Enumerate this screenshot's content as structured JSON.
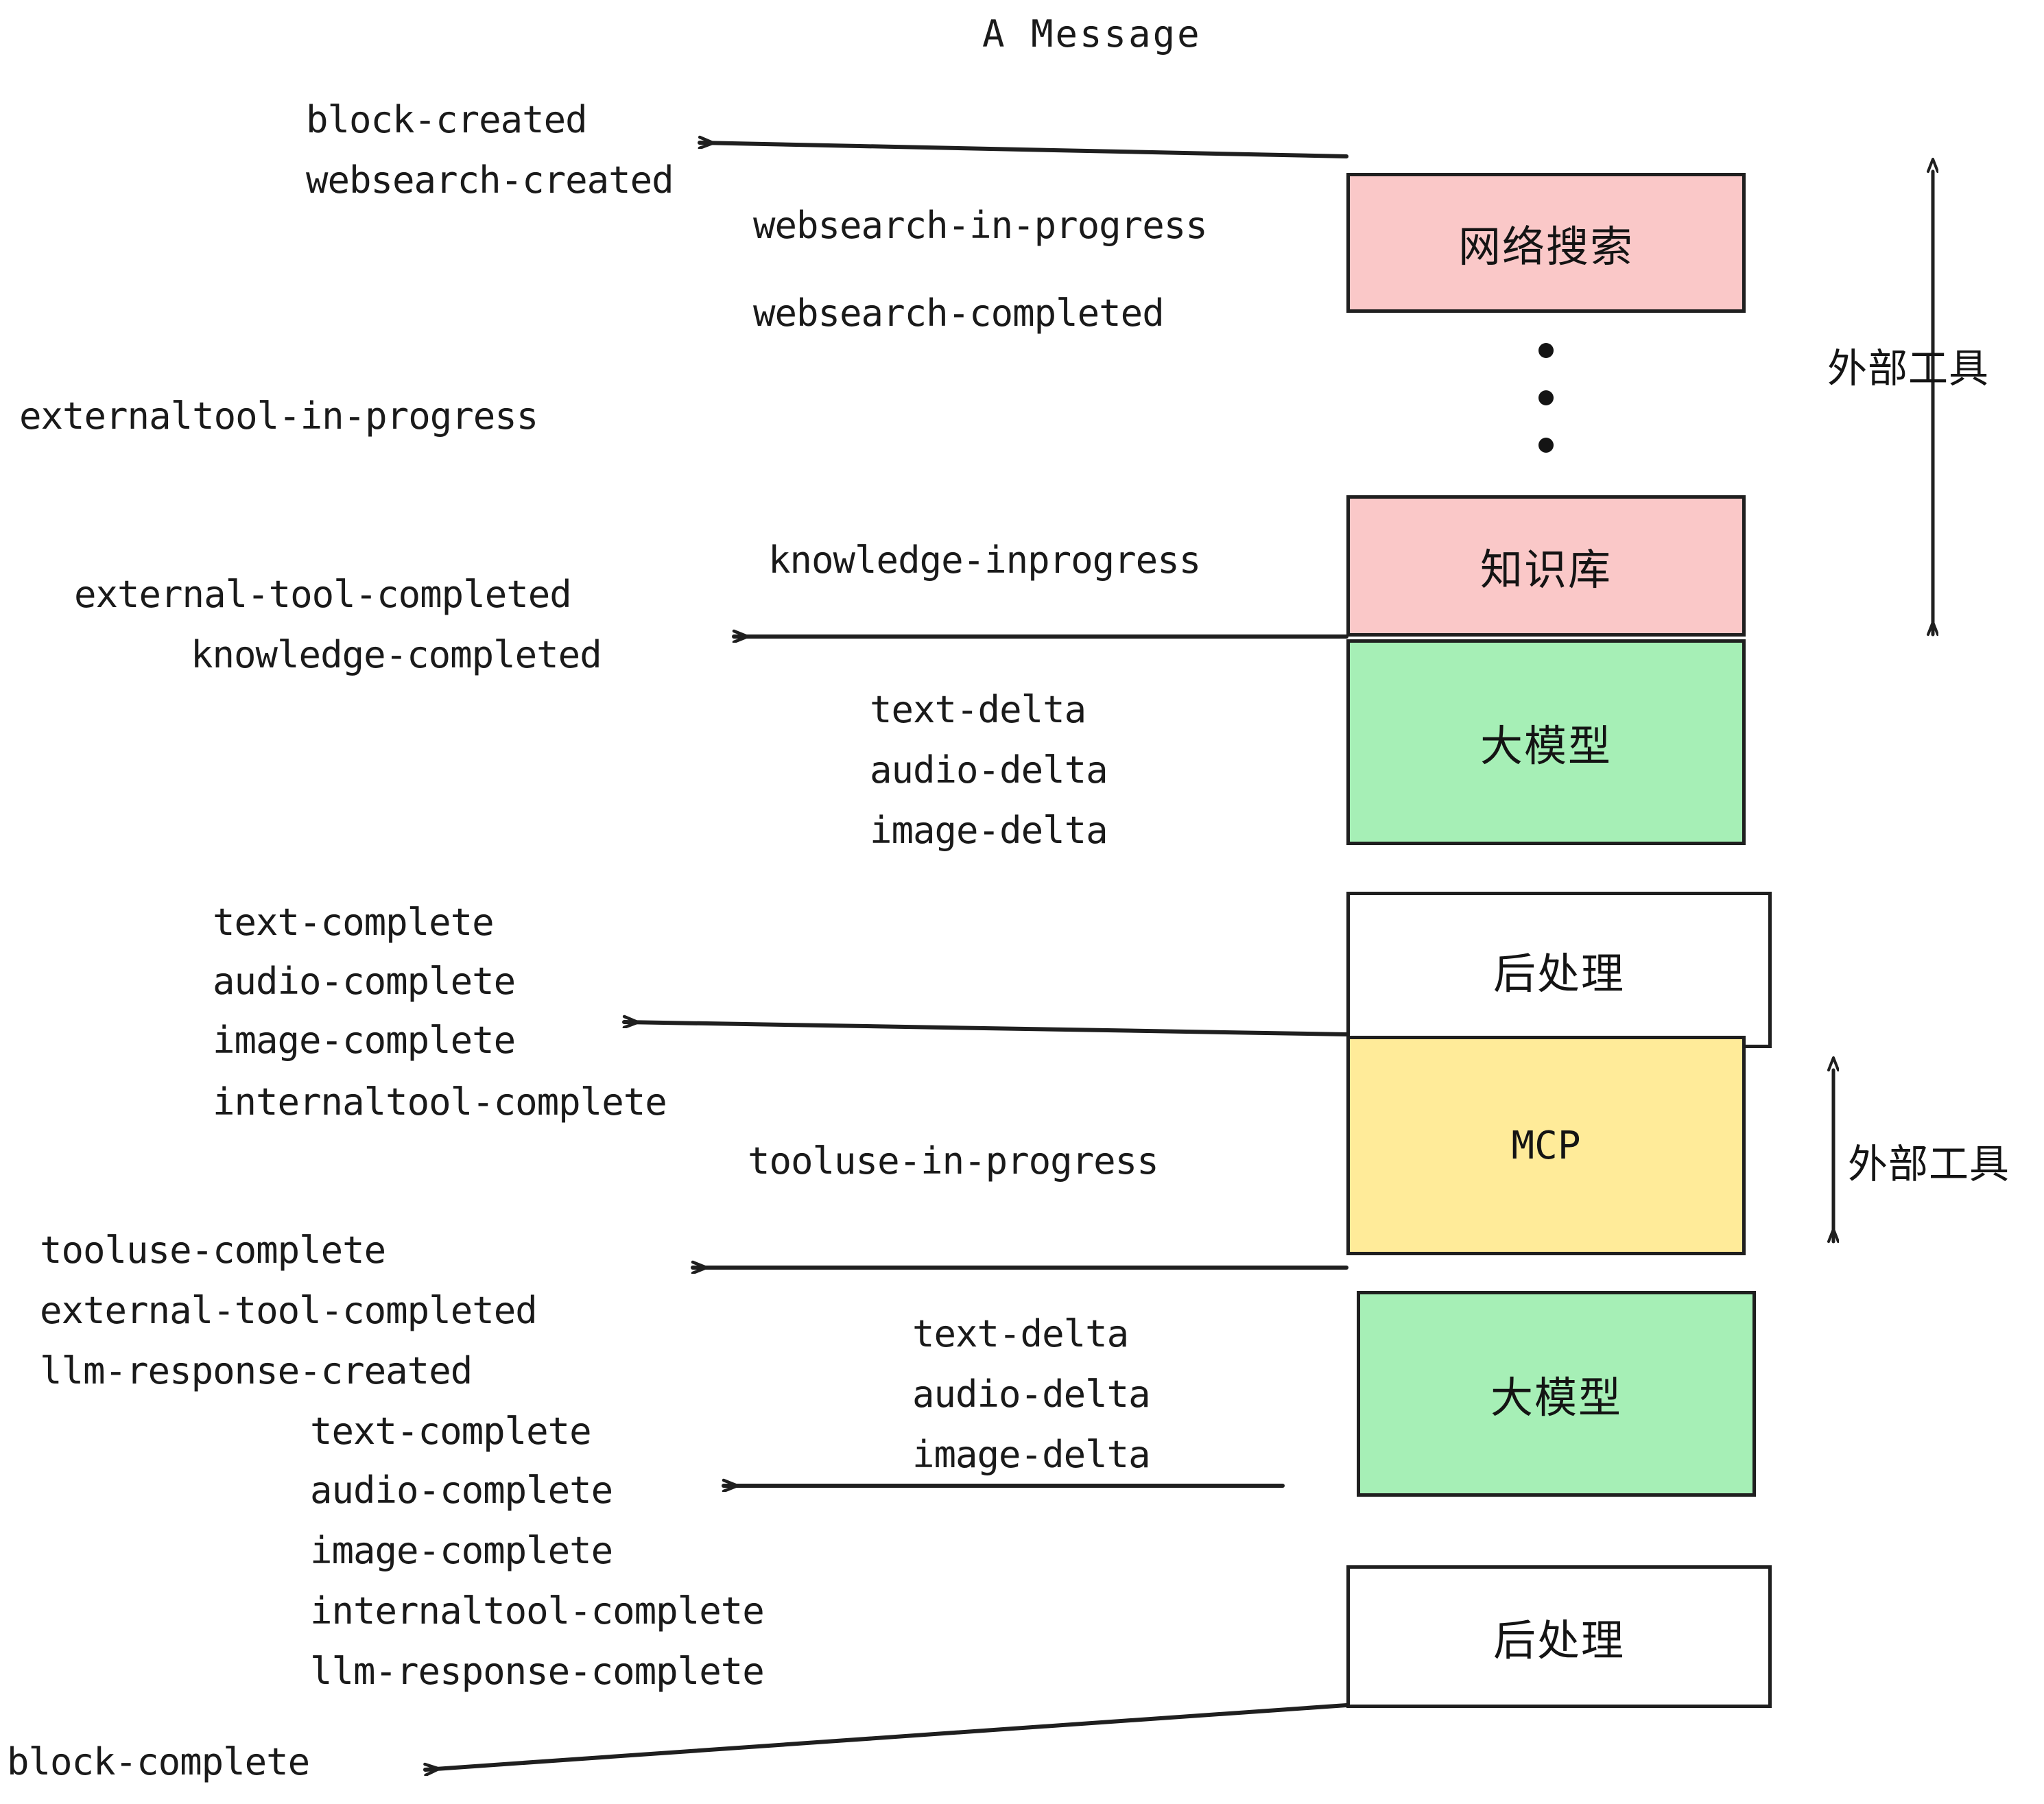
{
  "title": "A Message",
  "boxes": [
    {
      "name": "web-search",
      "label": "网络搜索",
      "color": "#FAC8C8"
    },
    {
      "name": "knowledge-base",
      "label": "知识库",
      "color": "#FAC8C8"
    },
    {
      "name": "llm-1",
      "label": "大模型",
      "color": "#A6EFB6"
    },
    {
      "name": "postprocess-1",
      "label": "后处理",
      "color": "#FFFFFF"
    },
    {
      "name": "mcp",
      "label": "MCP",
      "color": "#FFEB99"
    },
    {
      "name": "llm-2",
      "label": "大模型",
      "color": "#A6EFB6"
    },
    {
      "name": "postprocess-2",
      "label": "后处理",
      "color": "#FFFFFF"
    }
  ],
  "side_labels": {
    "external_tools_top": "外部工具",
    "external_tools_bottom": "外部工具"
  },
  "events": {
    "block_created": "block-created",
    "websearch_created": "websearch-created",
    "websearch_in_progress": "websearch-in-progress",
    "websearch_completed": "websearch-completed",
    "externaltool_in_progress": "externaltool-in-progress",
    "knowledge_inprogress": "knowledge-inprogress",
    "external_tool_completed_1": "external-tool-completed",
    "knowledge_completed": "knowledge-completed",
    "text_delta_1": "text-delta",
    "audio_delta_1": "audio-delta",
    "image_delta_1": "image-delta",
    "text_complete_1": "text-complete",
    "audio_complete_1": "audio-complete",
    "image_complete_1": "image-complete",
    "internaltool_complete_1": "internaltool-complete",
    "tooluse_in_progress": "tooluse-in-progress",
    "tooluse_complete": "tooluse-complete",
    "external_tool_completed_2": "external-tool-completed",
    "llm_response_created": "llm-response-created",
    "text_delta_2": "text-delta",
    "audio_delta_2": "audio-delta",
    "image_delta_2": "image-delta",
    "text_complete_2": "text-complete",
    "audio_complete_2": "audio-complete",
    "image_complete_2": "image-complete",
    "internaltool_complete_2": "internaltool-complete",
    "llm_response_complete": "llm-response-complete",
    "block_complete": "block-complete"
  },
  "colors": {
    "pink": "#FAC8C8",
    "green": "#A6EFB6",
    "yellow": "#FFEB99",
    "white": "#FFFFFF",
    "stroke": "#1f1f1f",
    "text": "#1a1a1a"
  }
}
